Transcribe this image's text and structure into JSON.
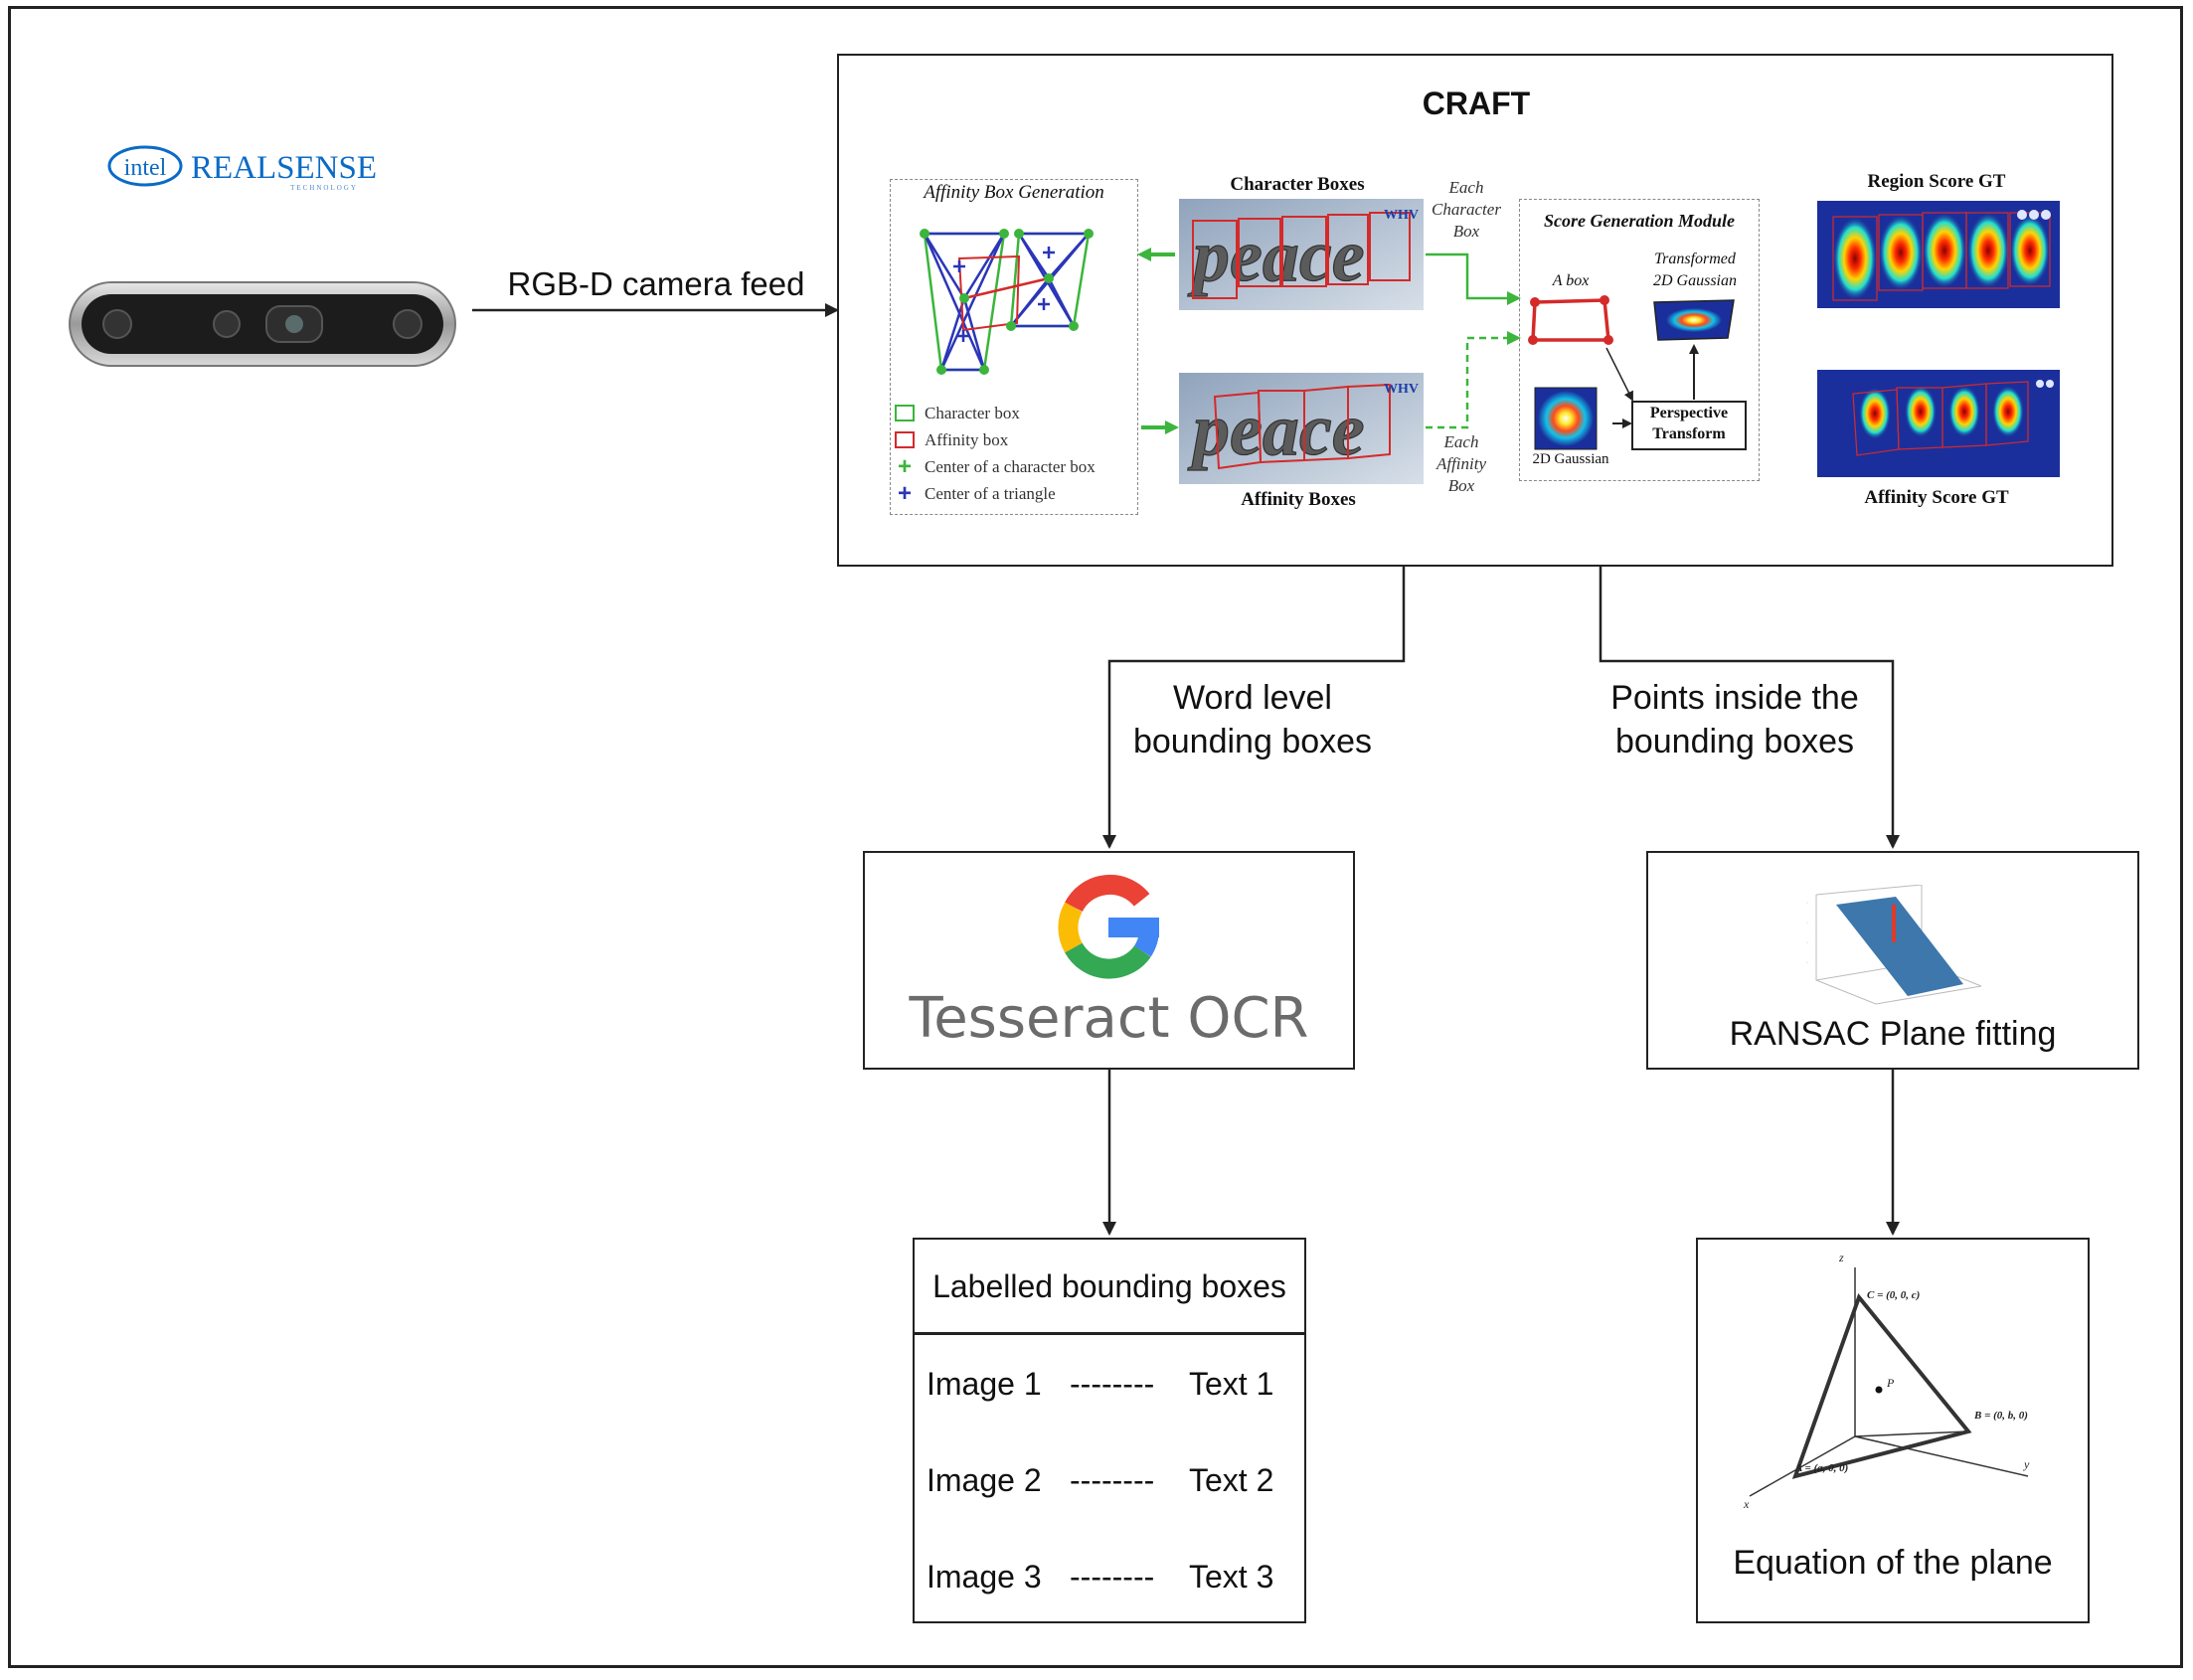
{
  "camera": {
    "brand_intel": "intel",
    "brand_realsense": "REALSENSE",
    "brand_sub": "TECHNOLOGY",
    "feed_label": "RGB-D camera feed"
  },
  "craft": {
    "title": "CRAFT",
    "affinity_gen": {
      "title": "Affinity Box Generation",
      "legend": [
        "Character box",
        "Affinity box",
        "Center of a character box",
        "Center of a triangle"
      ]
    },
    "character_boxes_label": "Character Boxes",
    "affinity_boxes_label": "Affinity Boxes",
    "word": "peace",
    "wm": "WHV",
    "each_character_box": [
      "Each",
      "Character",
      "Box"
    ],
    "each_affinity_box": [
      "Each",
      "Affinity",
      "Box"
    ],
    "score_module": {
      "title": "Score Generation Module",
      "a_box": "A box",
      "transformed": [
        "Transformed",
        "2D Gaussian"
      ],
      "perspective": [
        "Perspective",
        "Transform"
      ],
      "gaussian_2d": "2D Gaussian"
    },
    "region_score_label": "Region Score GT",
    "affinity_score_label": "Affinity Score GT"
  },
  "flow": {
    "word_level": [
      "Word level",
      "bounding boxes"
    ],
    "points_inside": [
      "Points inside the",
      "bounding boxes"
    ]
  },
  "ocr": {
    "brand": "Tesseract OCR"
  },
  "ransac": {
    "label": "RANSAC Plane fitting"
  },
  "labelled": {
    "title": "Labelled bounding boxes",
    "rows": [
      {
        "image": "Image 1",
        "sep": "--------",
        "text": "Text 1"
      },
      {
        "image": "Image 2",
        "sep": "--------",
        "text": "Text 2"
      },
      {
        "image": "Image 3",
        "sep": "--------",
        "text": "Text 3"
      }
    ]
  },
  "plane": {
    "label": "Equation of the plane",
    "z_axis": "z",
    "y_axis": "y",
    "x_axis": "x",
    "c_point": "C = (0, 0, c)",
    "b_point": "B = (0, b, 0)",
    "a_point": "A = (a, 0, 0)",
    "p_point": "P"
  },
  "colors": {
    "line": "#222222",
    "green_arrow": "#3bb53b",
    "affinity_red": "#d42a2a",
    "triangle_blue": "#2b35b8",
    "heatmap_bg": "#1b2f9c",
    "google_blue": "#4285f4",
    "google_red": "#ea4335",
    "google_yellow": "#fbbc05",
    "google_green": "#34a853",
    "tesseract_gray": "#6b6b6b"
  }
}
